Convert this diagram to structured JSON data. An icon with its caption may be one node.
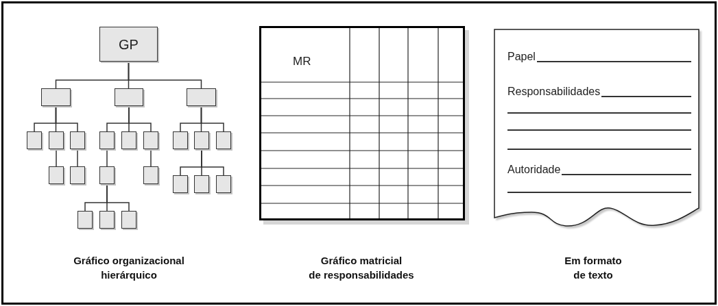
{
  "diagram": {
    "nodes": [
      {
        "text": [
          "GP"
        ]
      },
      {
        "text": [],
        "shape": "box"
      },
      {
        "text": [],
        "shape": "box"
      },
      {
        "text": [],
        "shape": "box"
      },
      {
        "text": [],
        "shape": "box"
      },
      {
        "text": [],
        "shape": "box"
      },
      {
        "text": [],
        "shape": "box"
      },
      {
        "text": [],
        "shape": "box"
      },
      {
        "text": [],
        "shape": "box"
      },
      {
        "text": [],
        "shape": "box"
      },
      {
        "text": [],
        "shape": "box"
      },
      {
        "text": [],
        "shape": "box"
      },
      {
        "text": [],
        "shape": "box"
      },
      {
        "text": [],
        "shape": "box"
      },
      {
        "text": [],
        "shape": "box"
      },
      {
        "text": [],
        "shape": "box"
      },
      {
        "text": [],
        "shape": "box"
      },
      {
        "text": [],
        "shape": "box"
      },
      {
        "text": [],
        "shape": "box"
      },
      {
        "text": [],
        "shape": "box"
      },
      {
        "text": [],
        "shape": "box"
      },
      {
        "text": [],
        "shape": "box"
      },
      {
        "text": [],
        "shape": "box"
      },
      {
        "text": [
          "MR"
        ]
      },
      {
        "text": [
          "Papel",
          "Responsabilidades",
          "Autoridade"
        ]
      }
    ],
    "edges": [
      {
        "from": 0,
        "to": 1,
        "arrow": "none"
      },
      {
        "from": 0,
        "to": 2,
        "arrow": "none"
      },
      {
        "from": 0,
        "to": 3,
        "arrow": "none"
      },
      {
        "from": 1,
        "to": 4,
        "arrow": "none"
      },
      {
        "from": 1,
        "to": 5,
        "arrow": "none"
      },
      {
        "from": 1,
        "to": 6,
        "arrow": "none"
      },
      {
        "from": 2,
        "to": 7,
        "arrow": "none"
      },
      {
        "from": 2,
        "to": 8,
        "arrow": "none"
      },
      {
        "from": 2,
        "to": 9,
        "arrow": "none"
      },
      {
        "from": 3,
        "to": 10,
        "arrow": "none"
      },
      {
        "from": 3,
        "to": 11,
        "arrow": "none"
      },
      {
        "from": 3,
        "to": 12,
        "arrow": "none"
      },
      {
        "from": 5,
        "to": 13,
        "arrow": "none"
      },
      {
        "from": 6,
        "to": 14,
        "arrow": "none"
      },
      {
        "from": 7,
        "to": 15,
        "arrow": "none"
      },
      {
        "from": 9,
        "to": 16,
        "arrow": "none"
      },
      {
        "from": 11,
        "to": 17,
        "arrow": "none"
      },
      {
        "from": 11,
        "to": 18,
        "arrow": "none"
      },
      {
        "from": 11,
        "to": 19,
        "arrow": "none"
      },
      {
        "from": 15,
        "to": 20,
        "arrow": "none"
      },
      {
        "from": 15,
        "to": 21,
        "arrow": "none"
      },
      {
        "from": 15,
        "to": 22,
        "arrow": "none"
      }
    ],
    "labels": [
      "Gráfico organizacional hierárquico",
      "Gráfico matricial de responsabilidades",
      "Em formato de texto"
    ]
  }
}
